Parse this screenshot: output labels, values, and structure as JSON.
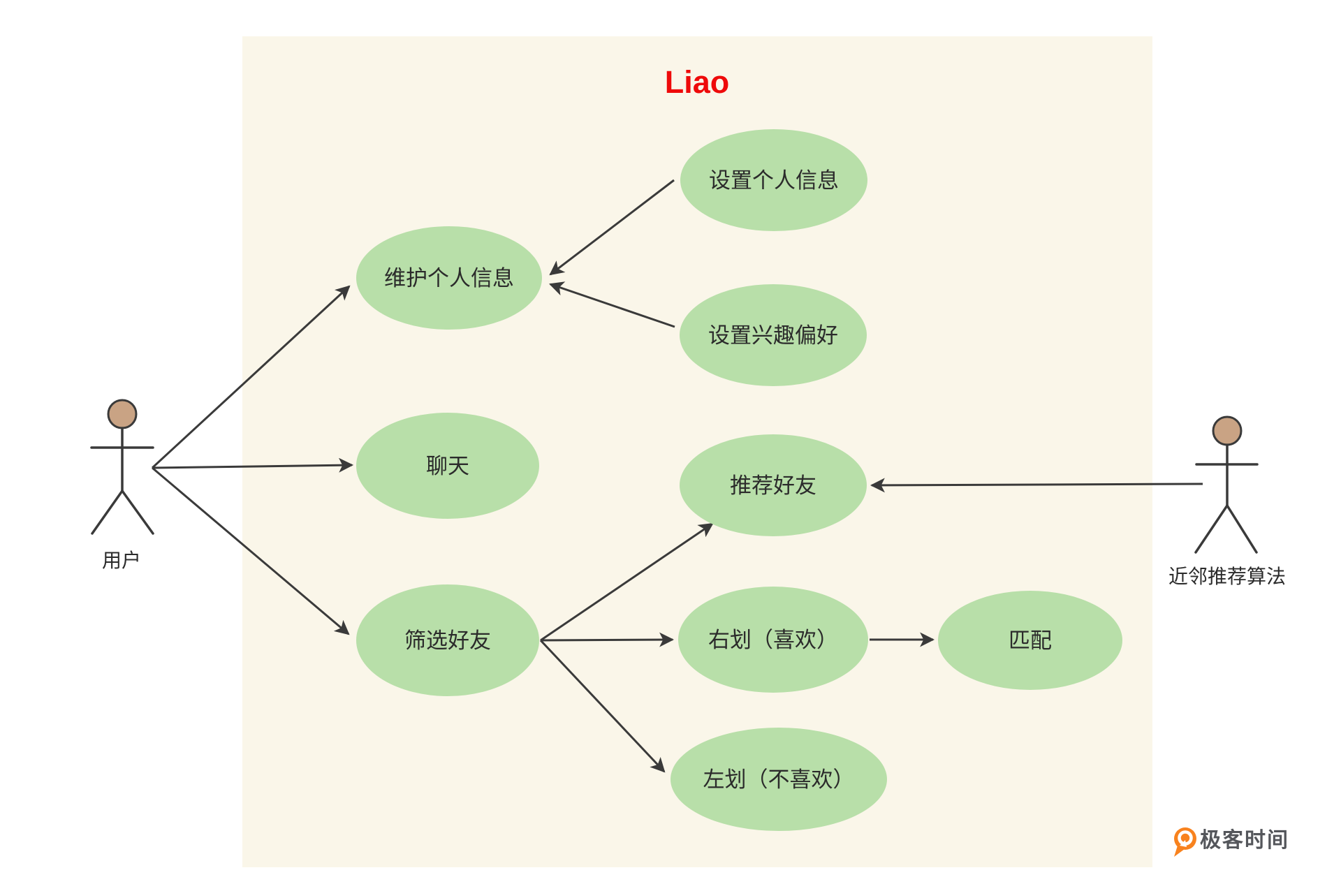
{
  "title": "Liao",
  "colors": {
    "boundary_bg": "#FAF6E9",
    "ellipse_fill": "#B8DFA9",
    "line": "#3A3A3A",
    "text": "#2B2B2B",
    "title_red": "#EE0A0A",
    "actor_head": "#C9A384",
    "logo_orange": "#F8821E",
    "logo_text": "#54565B"
  },
  "actors": [
    {
      "id": "user",
      "label": "用户"
    },
    {
      "id": "algorithm",
      "label": "近邻推荐算法"
    }
  ],
  "use_cases": [
    {
      "id": "set-profile",
      "label": "设置个人信息"
    },
    {
      "id": "maintain-profile",
      "label": "维护个人信息"
    },
    {
      "id": "set-preferences",
      "label": "设置兴趣偏好"
    },
    {
      "id": "chat",
      "label": "聊天"
    },
    {
      "id": "recommend-friends",
      "label": "推荐好友"
    },
    {
      "id": "filter-friends",
      "label": "筛选好友"
    },
    {
      "id": "swipe-right",
      "label": "右划（喜欢）"
    },
    {
      "id": "match",
      "label": "匹配"
    },
    {
      "id": "swipe-left",
      "label": "左划（不喜欢）"
    }
  ],
  "relations": [
    {
      "from": "用户",
      "to": "维护个人信息"
    },
    {
      "from": "用户",
      "to": "聊天"
    },
    {
      "from": "用户",
      "to": "筛选好友"
    },
    {
      "from": "设置个人信息",
      "to": "维护个人信息"
    },
    {
      "from": "设置兴趣偏好",
      "to": "维护个人信息"
    },
    {
      "from": "筛选好友",
      "to": "推荐好友"
    },
    {
      "from": "筛选好友",
      "to": "右划（喜欢）"
    },
    {
      "from": "筛选好友",
      "to": "左划（不喜欢）"
    },
    {
      "from": "右划（喜欢）",
      "to": "匹配"
    },
    {
      "from": "近邻推荐算法",
      "to": "推荐好友"
    }
  ],
  "watermark": {
    "text": "极客时间"
  }
}
